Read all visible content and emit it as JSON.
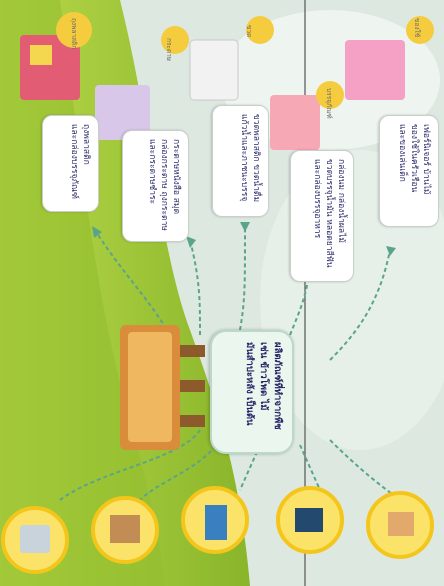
{
  "diagram": {
    "center_text": "ผลิตภัณฑ์ที่ทำจากพืช\nเช่น ข้าวโพด ไม้\nมันสำปะหลัง เป็นต้น",
    "branches": [
      {
        "tag": "ถุงพลาสติก",
        "text": "ถุงพลาสติก\nและกล่องบรรจุภัณฑ์"
      },
      {
        "tag": "กระดาษ",
        "text": "กระดาษหนังสือ สมุด\nกล่องกระดาษ ถุงกระดาษ\nและกระดาษชำระ"
      },
      {
        "tag": "ขวด",
        "text": "ขวดพลาสติก ขวดน้ำดื่ม\nแก้วน้ำและภาชนะบรรจุ"
      },
      {
        "tag": "บรรจุภัณฑ์",
        "text": "กล่องนม กล่องน้ำผลไม้\nขวดบรรจุน้ำมัน หลอดยาสีฟัน\nและกล่องบรรจุอาหาร"
      },
      {
        "tag": "ของใช้",
        "text": "เฟอร์นิเจอร์ บ้านไม้\nของใช้ในครัวเรือน\nและของเล่นเด็ก"
      }
    ],
    "colors": {
      "grass": "#a8cd3b",
      "grass_dark": "#8fb92c",
      "sky": "#dfeae4",
      "circle_ring": "#f4c51a",
      "circle_fill": "#fbe36a",
      "arrow": "#5aa58a",
      "text": "#2b2b6b"
    }
  }
}
